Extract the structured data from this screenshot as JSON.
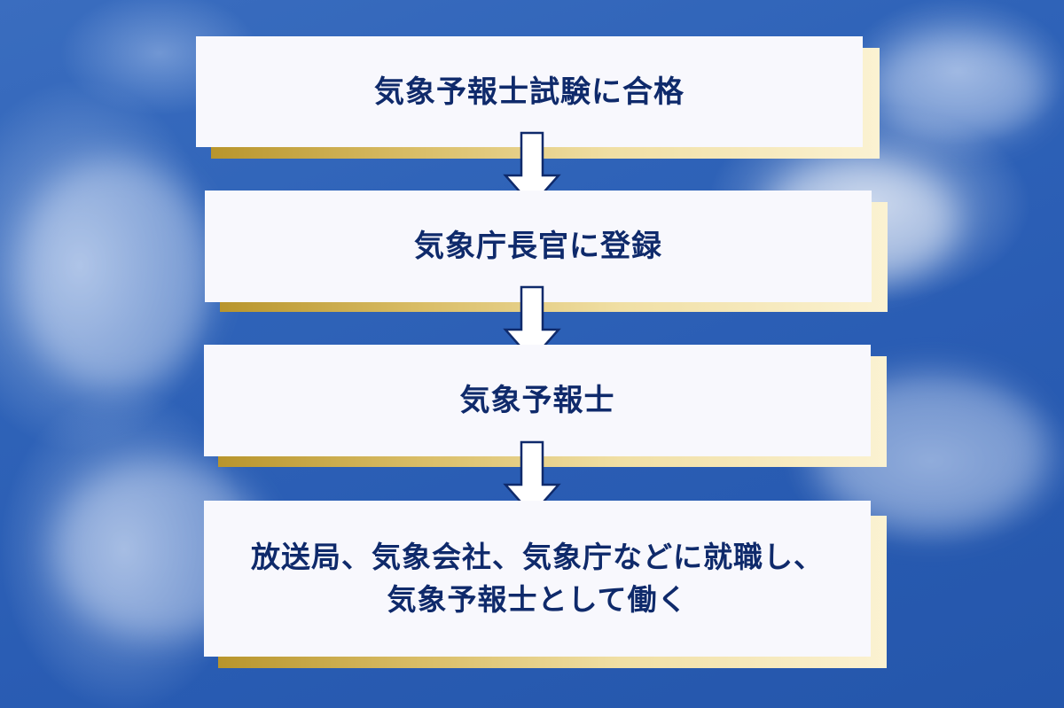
{
  "diagram": {
    "type": "flowchart",
    "background": "blue-sky-with-clouds",
    "colors": {
      "text": "#0f2a6b",
      "box": "#f8f8fd",
      "accent_shadow_gold": "#d9bd66",
      "sky": "#2f63b8"
    },
    "steps": [
      {
        "lines": [
          "気象予報士試験に合格"
        ]
      },
      {
        "lines": [
          "気象庁長官に登録"
        ]
      },
      {
        "lines": [
          "気象予報士"
        ]
      },
      {
        "lines": [
          "放送局、気象会社、気象庁などに就職し、",
          "気象予報士として働く"
        ]
      }
    ],
    "arrows": [
      {
        "from": 0,
        "to": 1,
        "icon": "down-arrow-icon"
      },
      {
        "from": 1,
        "to": 2,
        "icon": "down-arrow-icon"
      },
      {
        "from": 2,
        "to": 3,
        "icon": "down-arrow-icon"
      }
    ]
  }
}
